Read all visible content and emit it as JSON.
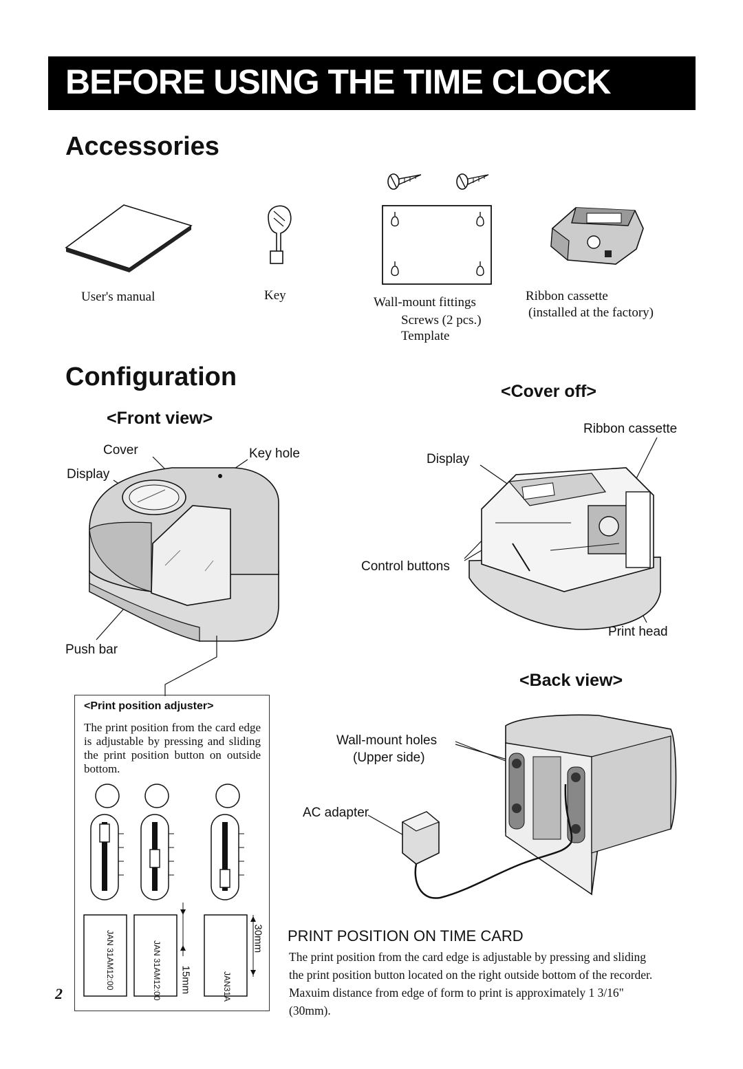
{
  "page": {
    "banner_title": "BEFORE USING THE TIME CLOCK",
    "page_number": "2"
  },
  "accessories": {
    "heading": "Accessories",
    "users_manual": "User's manual",
    "key": "Key",
    "wallmount_fittings": "Wall-mount fittings",
    "screws": "Screws (2 pcs.)",
    "template": "Template",
    "ribbon_cassette": "Ribbon cassette",
    "ribbon_note": "(installed at the factory)"
  },
  "configuration": {
    "heading": "Configuration",
    "front_view": {
      "heading": "<Front view>",
      "cover": "Cover",
      "display": "Display",
      "key_hole": "Key hole",
      "push_bar": "Push bar"
    },
    "cover_off": {
      "heading": "<Cover off>",
      "ribbon_cassette": "Ribbon cassette",
      "display": "Display",
      "control_buttons": "Control buttons",
      "print_head": "Print head"
    },
    "back_view": {
      "heading": "<Back view>",
      "wallmount_holes": "Wall-mount holes",
      "upper_side": "(Upper side)",
      "ac_adapter": "AC adapter"
    },
    "adjuster": {
      "heading": "<Print position adjuster>",
      "text": "The print position from the card edge is adjustable by pressing and sliding the print position button on outside bottom.",
      "card1": "JAN 31AM12:00",
      "card2": "JAN 31AM12:00",
      "card3": "JAN31A",
      "dim_15": "15mm",
      "dim_30": "30mm"
    },
    "print_position": {
      "heading": "PRINT POSITION ON TIME CARD",
      "text": "The print position from the card edge is adjustable by pressing and sliding the print position button located on the right outside bottom of the recorder. Maxuim distance from edge of form to print is approximately 1 3/16\"(30mm)."
    }
  }
}
